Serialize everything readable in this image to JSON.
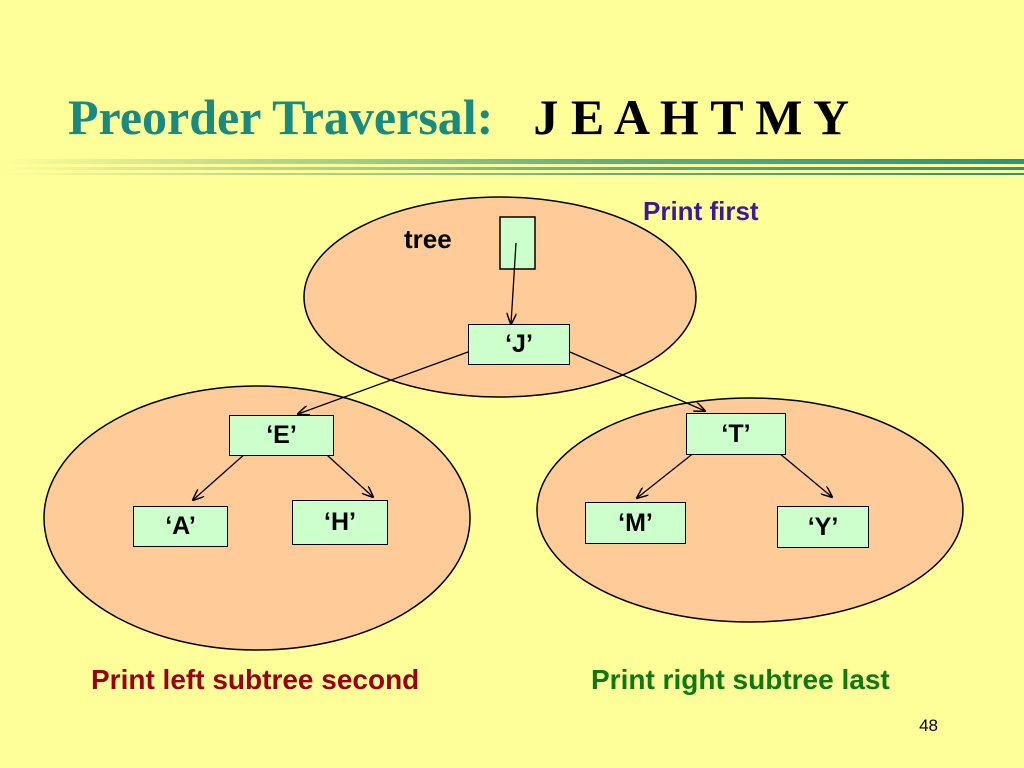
{
  "title": {
    "main": "Preorder Traversal:",
    "sequence": "J E A H T M Y"
  },
  "colors": {
    "background": "#ffff99",
    "title": "#1a8a80",
    "subtree_fill": "#ffcc99",
    "node_fill": "#ccffcc",
    "print_first": "#3a1a99",
    "print_left": "#990011",
    "print_right": "#117711"
  },
  "diagram": {
    "pointer_label": "tree",
    "nodes": {
      "root": "‘J’",
      "left": "‘E’",
      "right": "‘T’",
      "left_left": "‘A’",
      "left_right": "‘H’",
      "right_left": "‘M’",
      "right_right": "‘Y’"
    },
    "captions": {
      "first": "Print first",
      "left": "Print left subtree second",
      "right": "Print right subtree last"
    }
  },
  "page_number": "48"
}
